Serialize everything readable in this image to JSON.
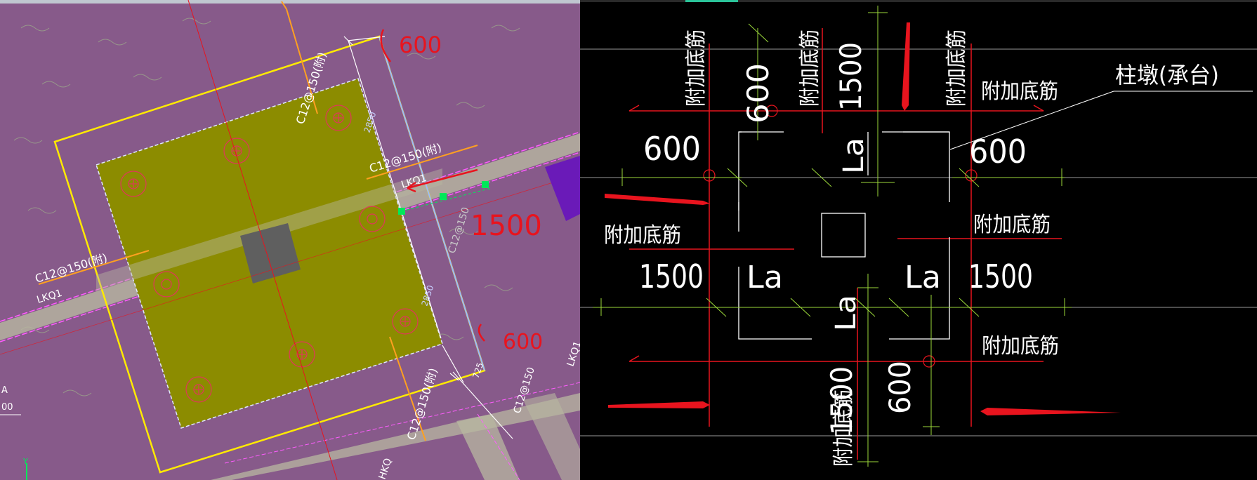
{
  "left_view": {
    "colors": {
      "background": "#875a8a",
      "slab": "#8c8c00",
      "column": "#5f5f5f",
      "beam_hatch": "#b8b8a0",
      "yellow": "#ffea00",
      "red_markup": "#e8141e",
      "green_handle": "#00e85a",
      "blue_line": "#9ab8ff",
      "purple_block": "#6a1ab8"
    },
    "rebar_labels": {
      "top": "C12@150(附)",
      "upper_mid": "C12@150(附)",
      "left": "C12@150(附)",
      "bottom": "C12@150(附)",
      "right_vertical": "C12@150",
      "right_lower": "C12@150"
    },
    "beam_labels": {
      "upper": "LKQ1",
      "left": "LKQ1",
      "right_edge": "LKQ1",
      "bottom": "HKQ"
    },
    "dims": {
      "side_a": "2850",
      "side_b": "2850",
      "small": "725"
    },
    "markup": {
      "top": "600",
      "right": "1500",
      "lower": "600"
    },
    "edge_text": {
      "left_a": "A",
      "left_b": "00"
    }
  },
  "right_view": {
    "colors": {
      "red": "#e8141e",
      "green": "#9bd83a",
      "white": "#ffffff",
      "gray": "#9a9a9a"
    },
    "labels": {
      "add_rebar": "附加底筋",
      "pier_label": "柱墩(承台)",
      "la": "La"
    },
    "dims": {
      "d600": "600",
      "d1500": "1500"
    }
  }
}
